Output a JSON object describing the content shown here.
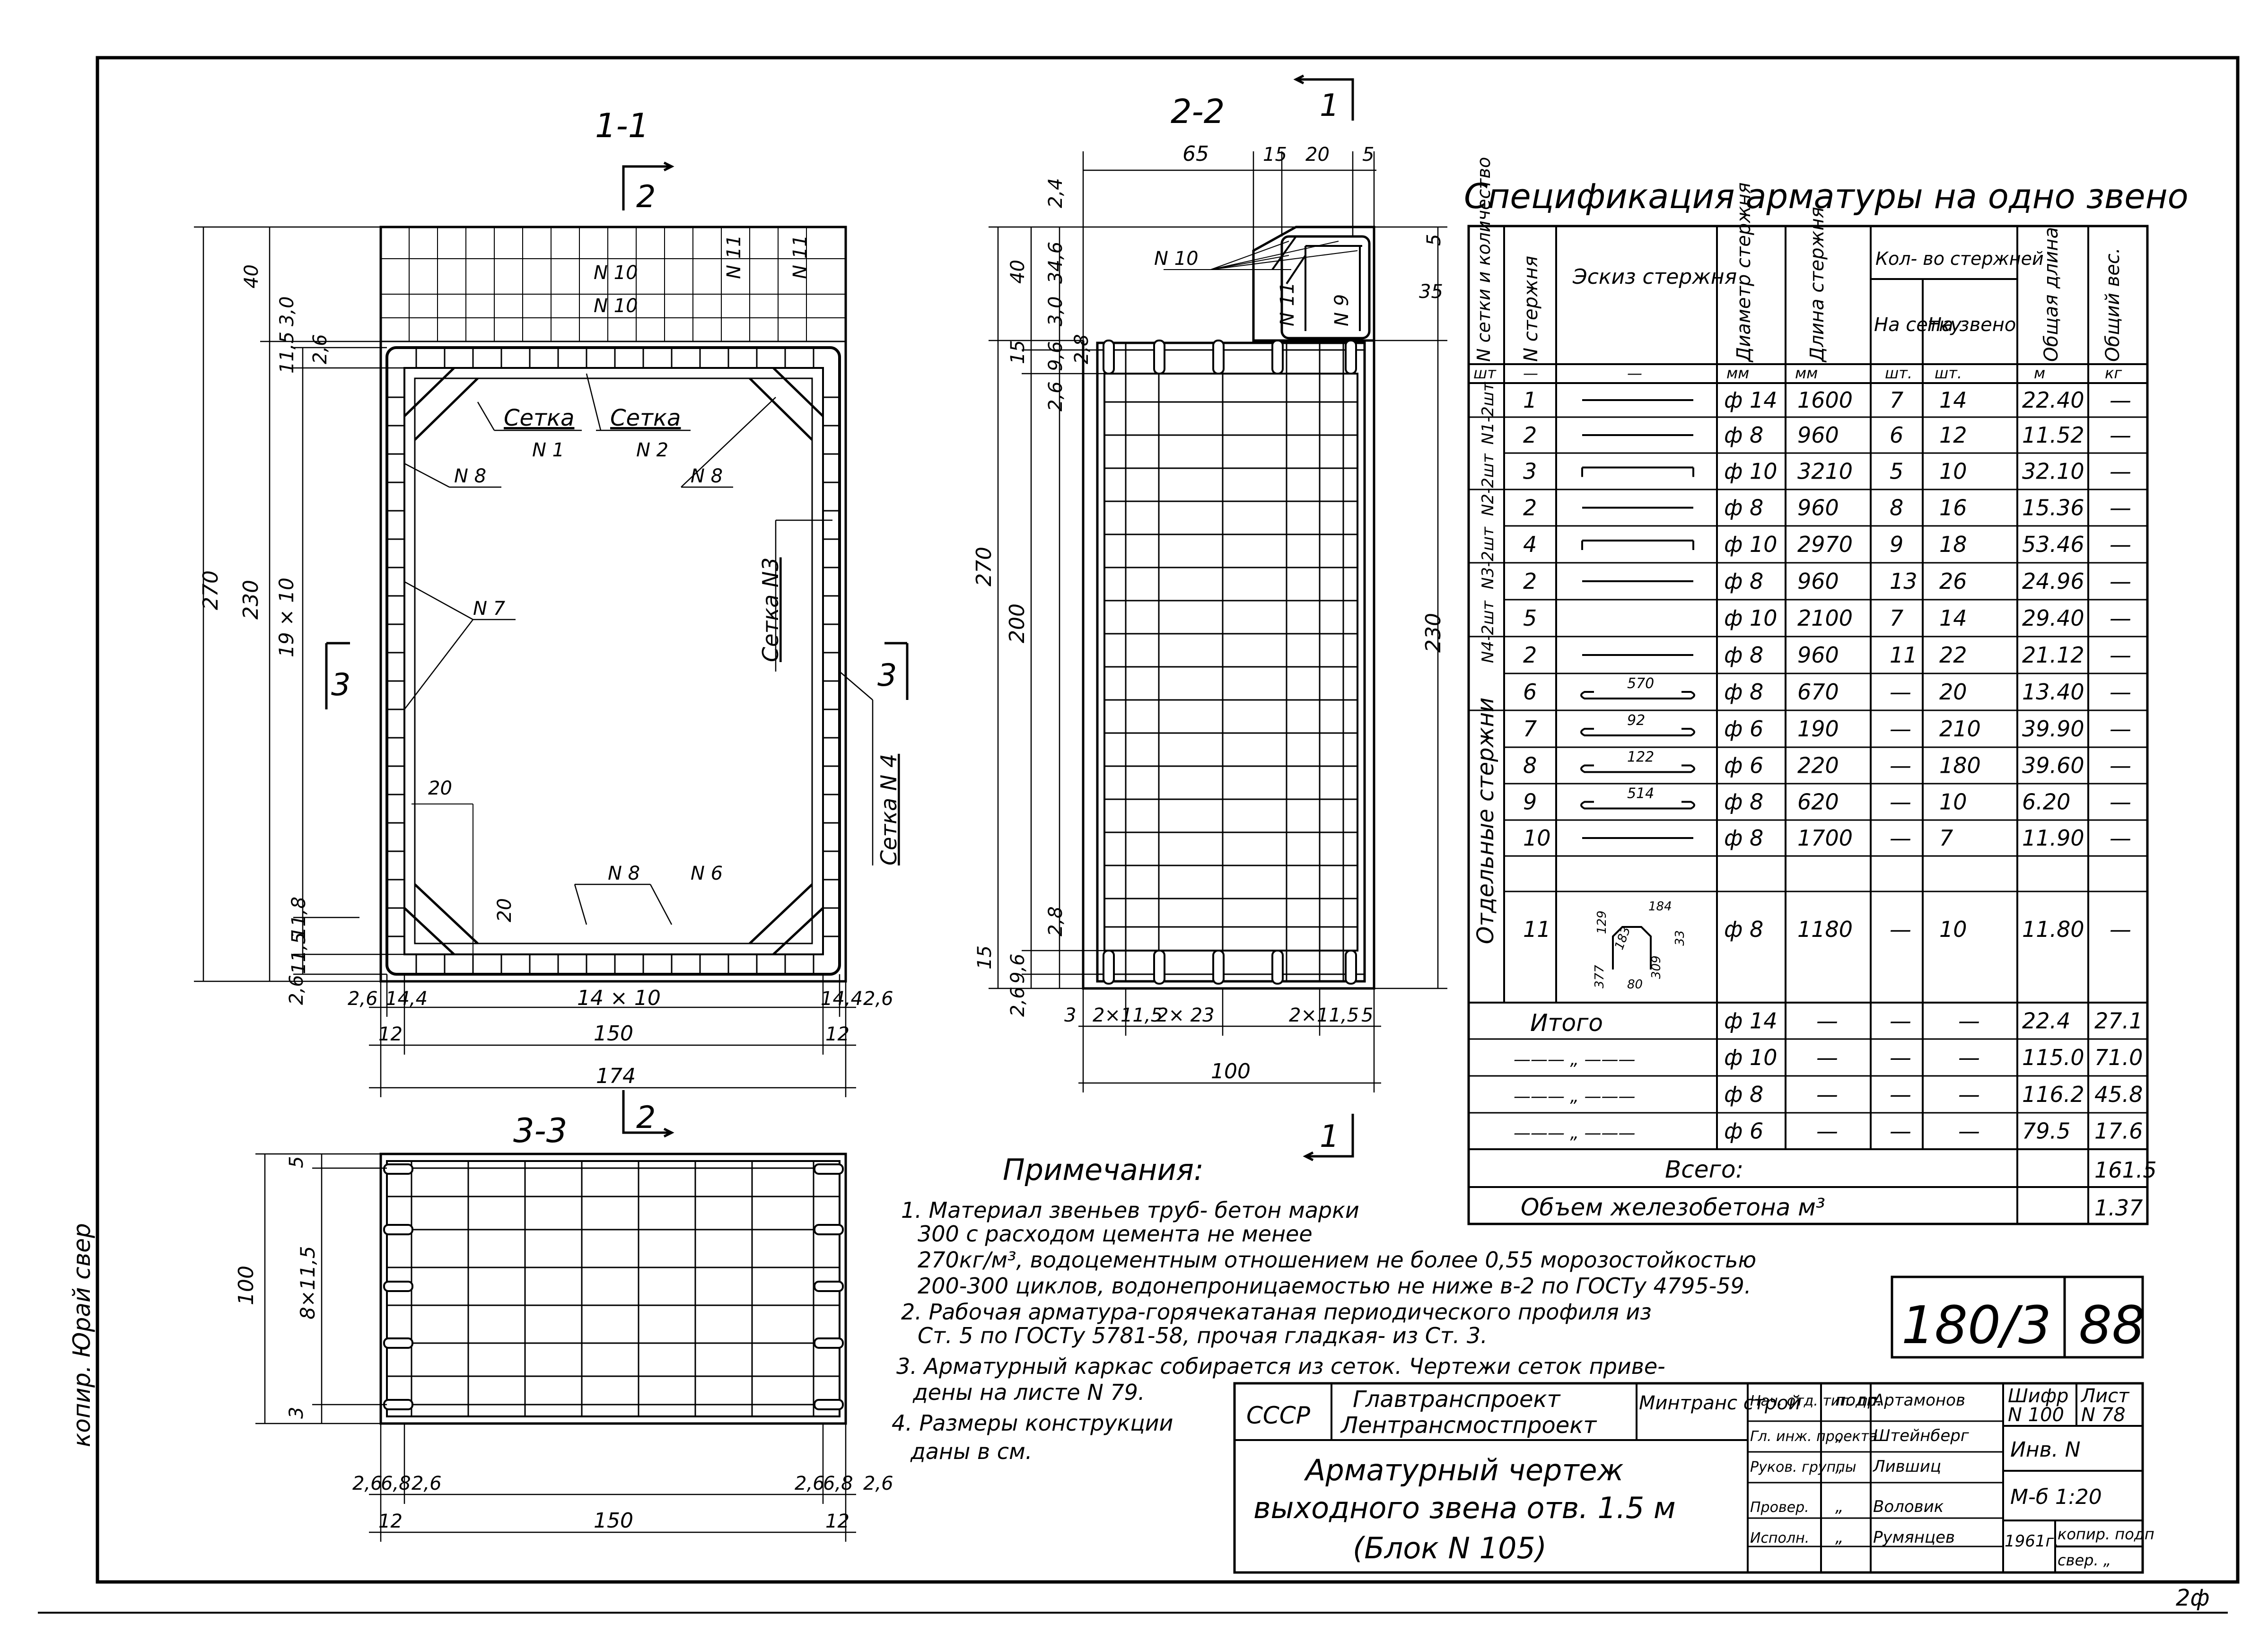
{
  "sections": {
    "s11": {
      "title": "1-1",
      "marker": "2"
    },
    "s22": {
      "title": "2-2",
      "marker": "1"
    },
    "s33": {
      "title": "3-3",
      "marker": "2"
    }
  },
  "section_markers": {
    "left3": "3",
    "right3": "3",
    "bottom1": "1"
  },
  "labels11": {
    "n10a": "N 10",
    "n10b": "N 10",
    "n11a": "N 11",
    "n11b": "N 11",
    "setka_a": "Сетка",
    "n1": "N 1",
    "setka_b": "Сетка",
    "n2": "N 2",
    "n8a": "N 8",
    "n8b": "N 8",
    "n7": "N 7",
    "setka_n3": "Сетка N3",
    "setka_n4": "Сетка N 4",
    "n8c": "N 8",
    "n6": "N 6",
    "d20a": "20",
    "d20b": "20"
  },
  "dims11": {
    "d40": "40",
    "d30": "3,0",
    "d115": "11,5",
    "d26a": "2,6",
    "d270": "270",
    "d230": "230",
    "d19x10": "19 × 10",
    "d118": "11,8",
    "d115b": "11,5",
    "d26b": "2,6",
    "b26a": "2,6",
    "b144a": "14,4",
    "b14x10": "14 × 10",
    "b144b": "14,4",
    "b26b": "2,6",
    "b12a": "12",
    "b150": "150",
    "b12b": "12",
    "b174": "174"
  },
  "labels22": {
    "n10": "N 10",
    "n11": "N 11",
    "n9": "N 9"
  },
  "dims22": {
    "t65": "65",
    "t15": "15",
    "t20": "20",
    "t5": "5",
    "l24": "2,4",
    "l346": "34,6",
    "l40": "40",
    "l30": "3,0",
    "l15": "15",
    "l96": "9,6",
    "l28": "2,8",
    "l26": "2,6",
    "l270": "270",
    "l200": "200",
    "l28b": "2,8",
    "l15b": "15",
    "l96b": "9,6",
    "l26b": "2,6",
    "r5": "5",
    "r35": "35",
    "r230": "230",
    "b3": "3",
    "b2x115": "2×11,5",
    "b2x23": "2× 23",
    "b2x115b": "2×11,5",
    "b5": "5",
    "b100": "100"
  },
  "dims33": {
    "v5": "5",
    "v100": "100",
    "v8x115": "8×11,5",
    "v3": "3",
    "b26a": "2,6",
    "b68a": "6,8",
    "b26b": "2,6",
    "b26c": "2,6",
    "b68b": "6,8",
    "b26d": "2,6",
    "b12a": "12",
    "b150": "150",
    "b12b": "12"
  },
  "spec": {
    "title": "Спецификация арматуры на одно звено",
    "header": {
      "col1": "N сетки и количество",
      "col2": "N стержня",
      "col3": "Эскиз стержня",
      "col4": "Диаметр стержня",
      "col5": "Длина стержня",
      "col6": "Кол- во стержней",
      "col6a": "На сетку",
      "col6b": "На звено",
      "col7": "Общая длина",
      "col8": "Общий вес."
    },
    "units": [
      "шт",
      "—",
      "—",
      "мм",
      "мм",
      "шт.",
      "шт.",
      "м",
      "кг"
    ],
    "groups": [
      "N1-2шт",
      "N2-2шт",
      "N3-2шт",
      "N4-2шт",
      "Отдельные стержни"
    ],
    "rows": [
      {
        "n": "1",
        "d": "ф 14",
        "l": "1600",
        "a": "7",
        "b": "14",
        "t": "22.40",
        "w": "—"
      },
      {
        "n": "2",
        "d": "ф 8",
        "l": "960",
        "a": "6",
        "b": "12",
        "t": "11.52",
        "w": "—"
      },
      {
        "n": "3",
        "d": "ф 10",
        "l": "3210",
        "a": "5",
        "b": "10",
        "t": "32.10",
        "w": "—"
      },
      {
        "n": "2",
        "d": "ф 8",
        "l": "960",
        "a": "8",
        "b": "16",
        "t": "15.36",
        "w": "—"
      },
      {
        "n": "4",
        "d": "ф 10",
        "l": "2970",
        "a": "9",
        "b": "18",
        "t": "53.46",
        "w": "—"
      },
      {
        "n": "2",
        "d": "ф 8",
        "l": "960",
        "a": "13",
        "b": "26",
        "t": "24.96",
        "w": "—"
      },
      {
        "n": "5",
        "d": "ф 10",
        "l": "2100",
        "a": "7",
        "b": "14",
        "t": "29.40",
        "w": "—"
      },
      {
        "n": "2",
        "d": "ф 8",
        "l": "960",
        "a": "11",
        "b": "22",
        "t": "21.12",
        "w": "—"
      },
      {
        "n": "6",
        "d": "ф 8",
        "l": "670",
        "a": "—",
        "b": "20",
        "t": "13.40",
        "w": "—",
        "sk": "570"
      },
      {
        "n": "7",
        "d": "ф 6",
        "l": "190",
        "a": "—",
        "b": "210",
        "t": "39.90",
        "w": "—",
        "sk": "92"
      },
      {
        "n": "8",
        "d": "ф 6",
        "l": "220",
        "a": "—",
        "b": "180",
        "t": "39.60",
        "w": "—",
        "sk": "122"
      },
      {
        "n": "9",
        "d": "ф 8",
        "l": "620",
        "a": "—",
        "b": "10",
        "t": "6.20",
        "w": "—",
        "sk": "514"
      },
      {
        "n": "10",
        "d": "ф 8",
        "l": "1700",
        "a": "—",
        "b": "7",
        "t": "11.90",
        "w": "—"
      },
      {
        "n": "11",
        "d": "ф 8",
        "l": "1180",
        "a": "—",
        "b": "10",
        "t": "11.80",
        "w": "—"
      }
    ],
    "sketch11": {
      "a": "129",
      "b": "183",
      "c": "184",
      "d": "377",
      "e": "80",
      "f": "309",
      "g": "33"
    },
    "totals_label": "Итого",
    "totals": [
      {
        "lbl": "",
        "d": "ф 14",
        "t": "22.4",
        "w": "27.1"
      },
      {
        "lbl": "——— „ ———",
        "d": "ф 10",
        "t": "115.0",
        "w": "71.0"
      },
      {
        "lbl": "——— „ ———",
        "d": "ф 8",
        "t": "116.2",
        "w": "45.8"
      },
      {
        "lbl": "——— „ ———",
        "d": "ф 6",
        "t": "79.5",
        "w": "17.6"
      }
    ],
    "dash": "—",
    "vsego": "Всего:",
    "vsego_val": "161.5",
    "obem": "Объем железобетона м³",
    "obem_val": "1.37"
  },
  "notes": {
    "title": "Примечания:",
    "lines": [
      "1. Материал звеньев труб- бетон марки",
      "300 с расходом цемента не менее",
      "270кг/м³, водоцементным отношением не более 0,55 морозостойкостью",
      "200-300 циклов, водонепроницаемостью не ниже в-2 по ГОСТу 4795-59.",
      "2. Рабочая арматура-горячекатаная периодического профиля из",
      "Ст. 5 по ГОСТу 5781-58, прочая гладкая- из Ст. 3.",
      "3. Арматурный каркас собирается из сеток. Чертежи сеток приве-",
      "дены на листе N 79.",
      "4. Размеры конструкции",
      "даны в см."
    ]
  },
  "stamp": {
    "code": "180/3",
    "sheet_no": "88",
    "org1": "СССР",
    "org2": "Главтранспроект",
    "org3": "Лентрансмостпроект",
    "org4": "Минтранс строй",
    "title_l1": "Арматурный чертеж",
    "title_l2": "выходного звена отв. 1.5 м",
    "title_l3": "(Блок N 105)",
    "roles": [
      "Нач. отд. тип. пр.",
      "Гл. инж. проекта",
      "Руков. группы",
      "Провер.",
      "Исполн."
    ],
    "sign": [
      "подп.",
      "„",
      "„",
      "„",
      "„"
    ],
    "names": [
      "Артамонов",
      "Штейнберг",
      "Лившиц",
      "Воловик",
      "Румянцев"
    ],
    "shifr_lbl": "Шифр",
    "shifr": "N 100",
    "list_lbl": "Лист",
    "list": "N 78",
    "inv": "Инв. N",
    "scale": "М-б 1:20",
    "year": "1961г.",
    "kopir": "копир. подп",
    "sver": "свер. „"
  },
  "margin_note": "копир. Юрай свер",
  "corner": "2ф"
}
